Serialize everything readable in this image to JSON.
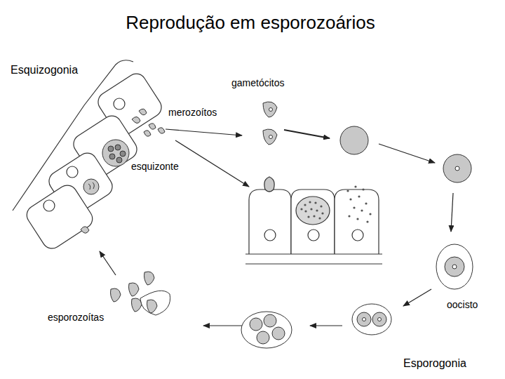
{
  "diagram": {
    "title": "Reprodução em esporozoários",
    "labels": [
      "Esquizogonia",
      "gametócitos",
      "merozoítos",
      "esquizonte",
      "oocisto",
      "esporozoítas",
      "Esporogonia"
    ]
  }
}
